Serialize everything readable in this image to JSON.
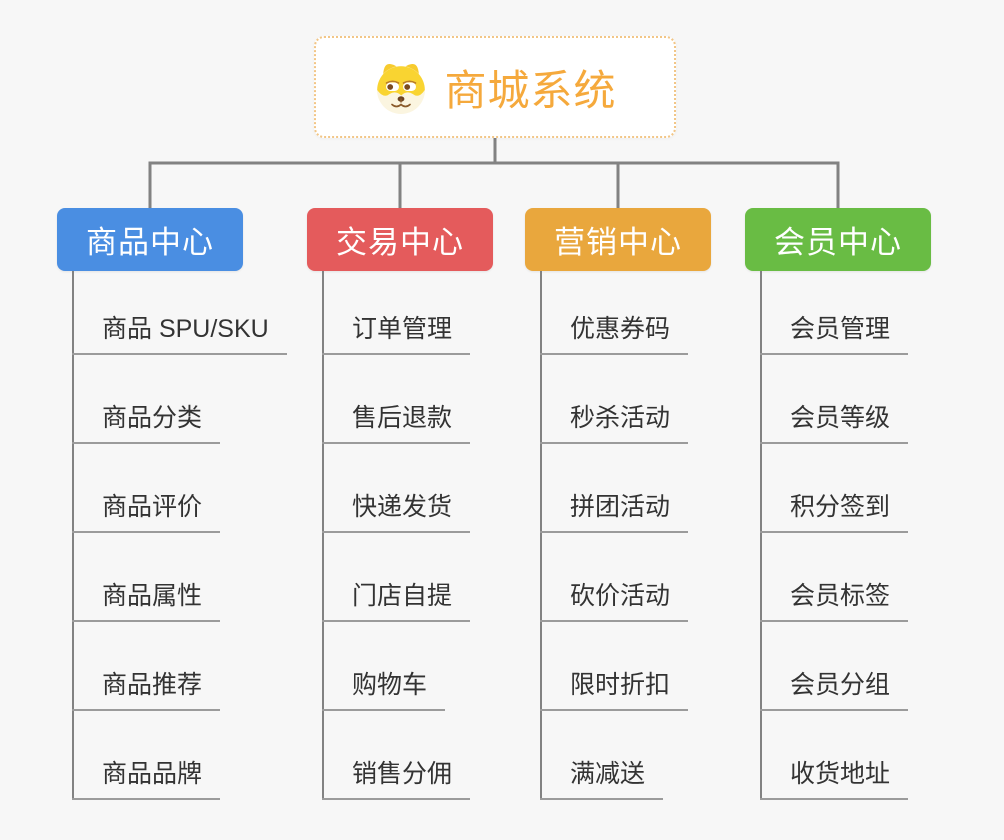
{
  "canvas": {
    "background": "#f7f7f7"
  },
  "root": {
    "title": "商城系统",
    "title_color": "#f5a93c",
    "border_color": "#f2c687",
    "icon": "doge-face-icon"
  },
  "connector_color": "#828282",
  "underline_color": "#9b9b9b",
  "item_text_color": "#333333",
  "branches": [
    {
      "id": "product-center",
      "label": "商品中心",
      "color": "#4a8ee2",
      "items": [
        "商品 SPU/SKU",
        "商品分类",
        "商品评价",
        "商品属性",
        "商品推荐",
        "商品品牌"
      ]
    },
    {
      "id": "trade-center",
      "label": "交易中心",
      "color": "#e45b5c",
      "items": [
        "订单管理",
        "售后退款",
        "快递发货",
        "门店自提",
        "购物车",
        "销售分佣"
      ]
    },
    {
      "id": "marketing-center",
      "label": "营销中心",
      "color": "#e9a73d",
      "items": [
        "优惠券码",
        "秒杀活动",
        "拼团活动",
        "砍价活动",
        "限时折扣",
        "满减送"
      ]
    },
    {
      "id": "member-center",
      "label": "会员中心",
      "color": "#69bc44",
      "items": [
        "会员管理",
        "会员等级",
        "积分签到",
        "会员标签",
        "会员分组",
        "收货地址"
      ]
    }
  ]
}
